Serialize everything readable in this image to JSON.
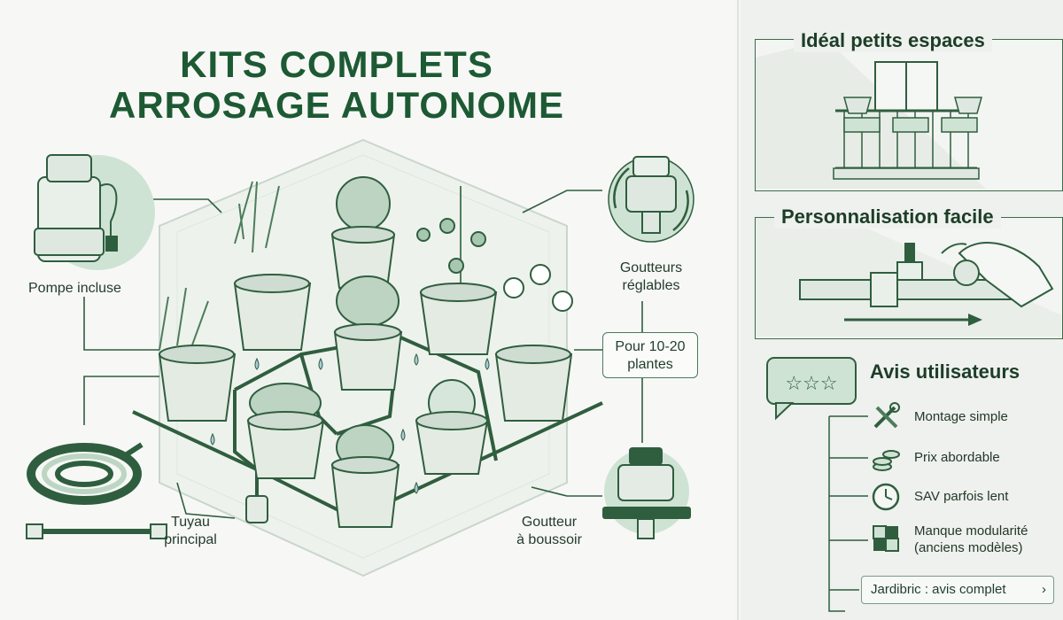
{
  "left": {
    "title_line1": "KITS COMPLETS",
    "title_line2": "ARROSAGE AUTONOME",
    "labels": {
      "pump": "Pompe incluse",
      "emitters_line1": "Goutteurs",
      "emitters_line2": "réglables",
      "capacity_line1": "Pour 10-20",
      "capacity_line2": "plantes",
      "hose_line1": "Tuyau",
      "hose_line2": "principal",
      "button_emitter_line1": "Goutteur",
      "button_emitter_line2": "à boussoir"
    }
  },
  "right": {
    "small_spaces": {
      "title": "Idéal petits espaces"
    },
    "customization": {
      "title": "Personnalisation facile"
    },
    "reviews": {
      "title": "Avis utilisateurs",
      "items": [
        {
          "icon": "tools-icon",
          "text": "Montage simple"
        },
        {
          "icon": "coins-icon",
          "text": "Prix abordable"
        },
        {
          "icon": "clock-icon",
          "text": "SAV parfois lent"
        },
        {
          "icon": "puzzle-icon",
          "text_line1": "Manque modularité",
          "text_line2": "(anciens modèles)"
        }
      ],
      "link_text": "Jardibric : avis complet"
    }
  },
  "colors": {
    "accent": "#1d5a34",
    "line": "#2f5e3f",
    "light": "#cfe3d4"
  }
}
